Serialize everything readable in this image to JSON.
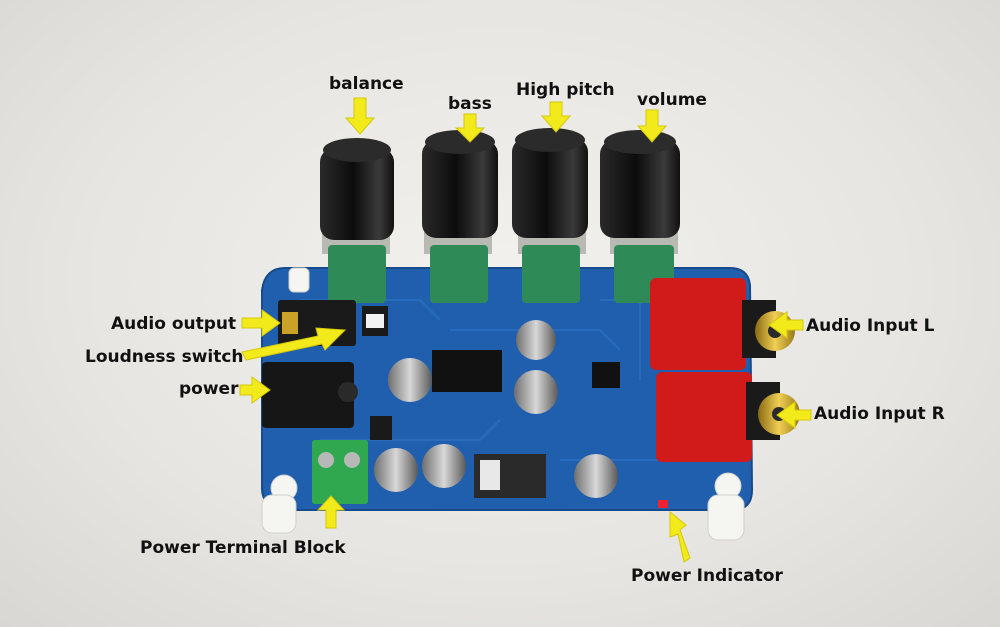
{
  "labels": {
    "balance": "balance",
    "bass": "bass",
    "high_pitch": "High pitch",
    "volume": "volume",
    "audio_output": "Audio output",
    "loudness_switch": "Loudness switch",
    "power": "power",
    "audio_input_l": "Audio Input L",
    "audio_input_r": "Audio Input R",
    "power_terminal_block": "Power Terminal Block",
    "power_indicator": "Power Indicator"
  },
  "colors": {
    "pcb": "#1f5fae",
    "knob": "#151515",
    "pot_body": "#2e8b57",
    "rca_red": "#d11a1a",
    "rca_gold": "#c9a227",
    "terminal": "#2fa84f",
    "arrow": "#f2ea1a"
  }
}
